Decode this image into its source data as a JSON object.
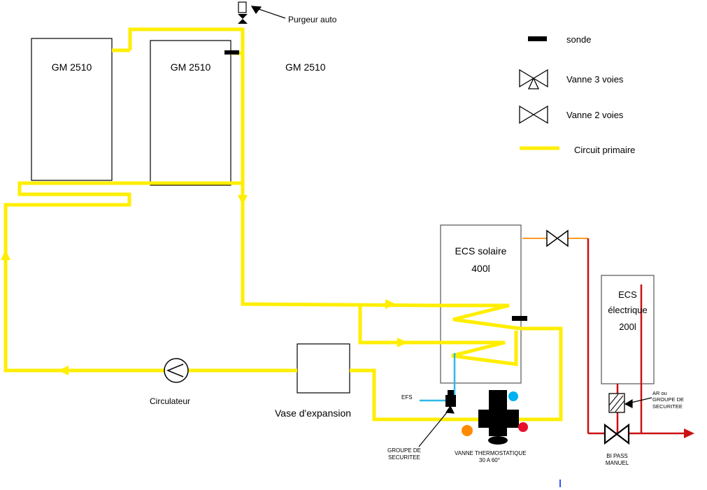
{
  "colors": {
    "primary_circuit": "#ffee00",
    "cold_water": "#2fb8e6",
    "hot_electric": "#cc1111",
    "orange_link": "#ff9a2a",
    "dot_blue": "#00b0f0",
    "dot_red": "#e8112d",
    "dot_orange": "#ff8a00",
    "cursor_blue": "#3355ff",
    "line_black": "#000000"
  },
  "solar_panels": {
    "panel1": "GM 2510",
    "panel2": "GM 2510",
    "panel3": "GM 2510"
  },
  "legend": {
    "sonde": "sonde",
    "vanne_3_voies": "Vanne 3 voies",
    "vanne_2_voies": "Vanne 2 voies",
    "circuit_primaire": "Circuit primaire"
  },
  "tanks": {
    "solar": {
      "name": "ECS solaire",
      "capacity": "400l"
    },
    "electric": {
      "name_line1": "ECS",
      "name_line2": "électrique",
      "capacity": "200l"
    }
  },
  "labels": {
    "purgeur_auto": "Purgeur auto",
    "circulateur": "Circulateur",
    "vase_expansion": "Vase d'expansion",
    "efs": "EFS",
    "groupe_securite": [
      "GROUPE DE",
      "SECURITEE"
    ],
    "vanne_thermostatique": [
      "VANNE THERMOSTATIQUE",
      "30 A 60°"
    ],
    "bipass": [
      "BI PASS",
      "MANUEL"
    ],
    "ar_groupe": [
      "AR ou",
      "GROUPE DE",
      "SECURITEE"
    ]
  }
}
